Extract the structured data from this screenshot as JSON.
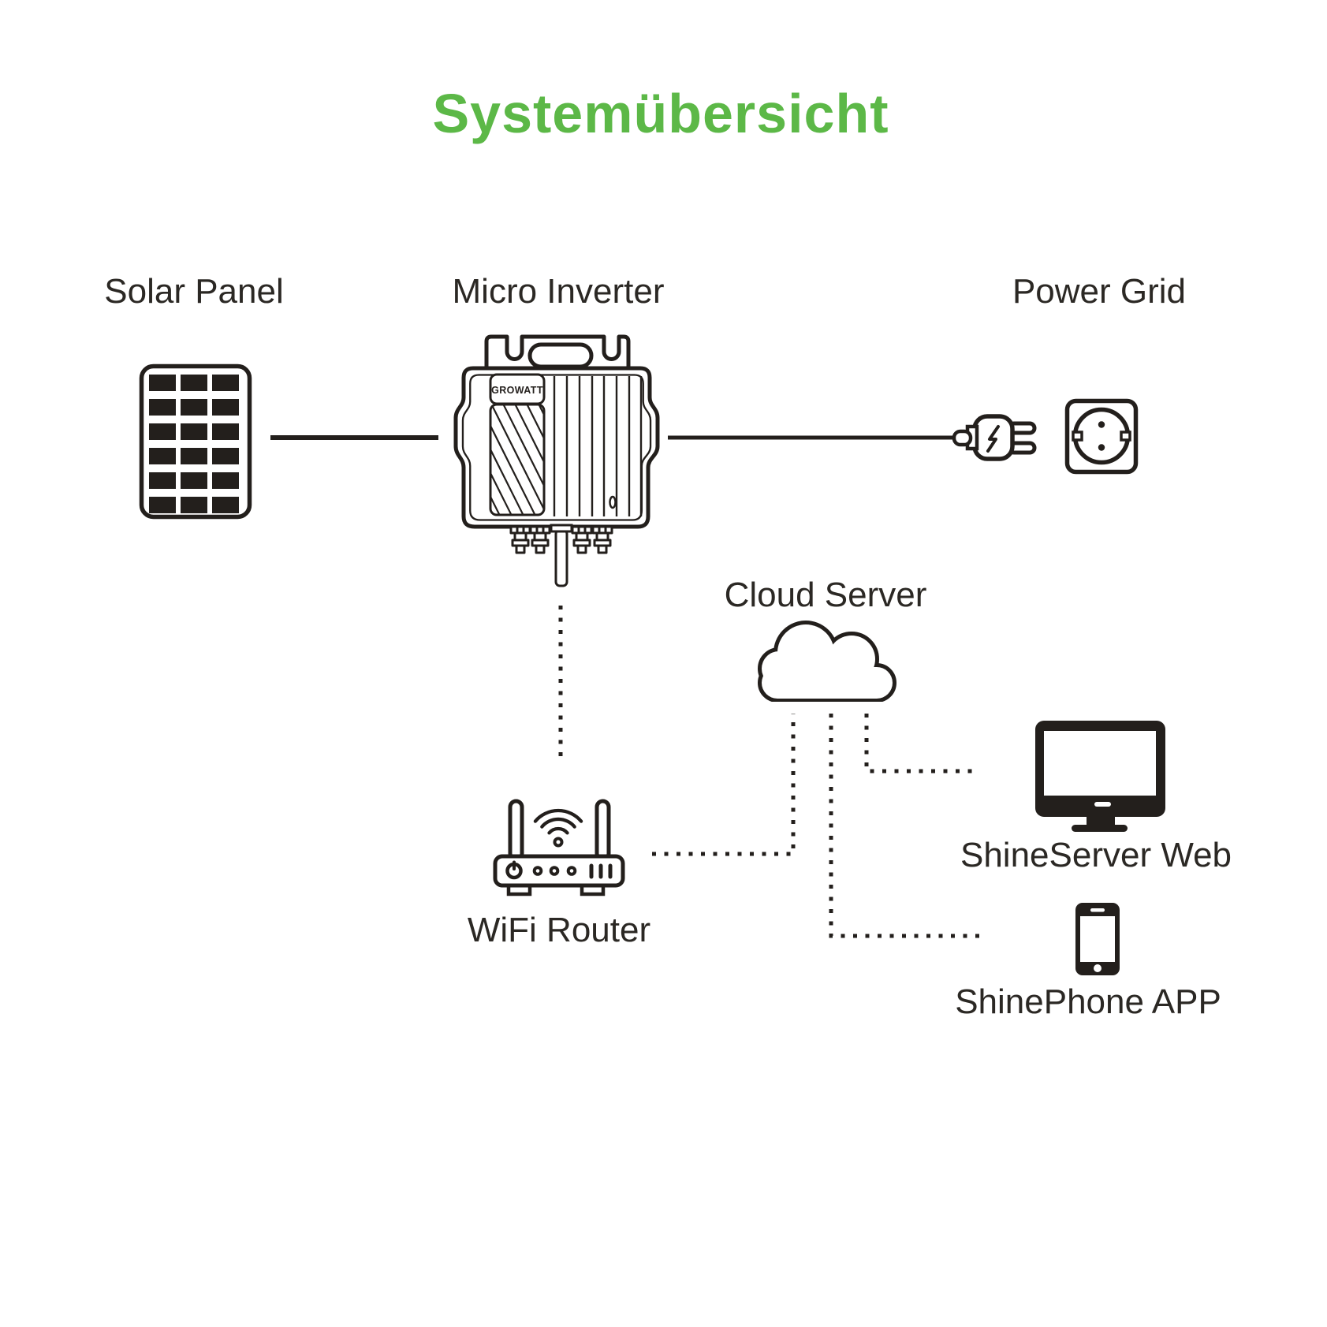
{
  "title": "Systemübersicht",
  "colors": {
    "title_green": "#5CB847",
    "ink": "#231F1C"
  },
  "nodes": {
    "solar_panel": {
      "label": "Solar Panel"
    },
    "micro_inverter": {
      "label": "Micro Inverter",
      "brand": "GROWATT"
    },
    "power_grid": {
      "label": "Power Grid"
    },
    "cloud_server": {
      "label": "Cloud Server"
    },
    "wifi_router": {
      "label": "WiFi Router"
    },
    "shineserver_web": {
      "label": "ShineServer Web"
    },
    "shinephone_app": {
      "label": "ShinePhone APP"
    }
  },
  "connections": [
    {
      "from": "solar_panel",
      "to": "micro_inverter",
      "style": "solid"
    },
    {
      "from": "micro_inverter",
      "to": "power_grid",
      "style": "solid"
    },
    {
      "from": "micro_inverter",
      "to": "wifi_router",
      "style": "dotted"
    },
    {
      "from": "wifi_router",
      "to": "cloud_server",
      "style": "dotted"
    },
    {
      "from": "cloud_server",
      "to": "shineserver_web",
      "style": "dotted"
    },
    {
      "from": "cloud_server",
      "to": "shinephone_app",
      "style": "dotted"
    }
  ]
}
